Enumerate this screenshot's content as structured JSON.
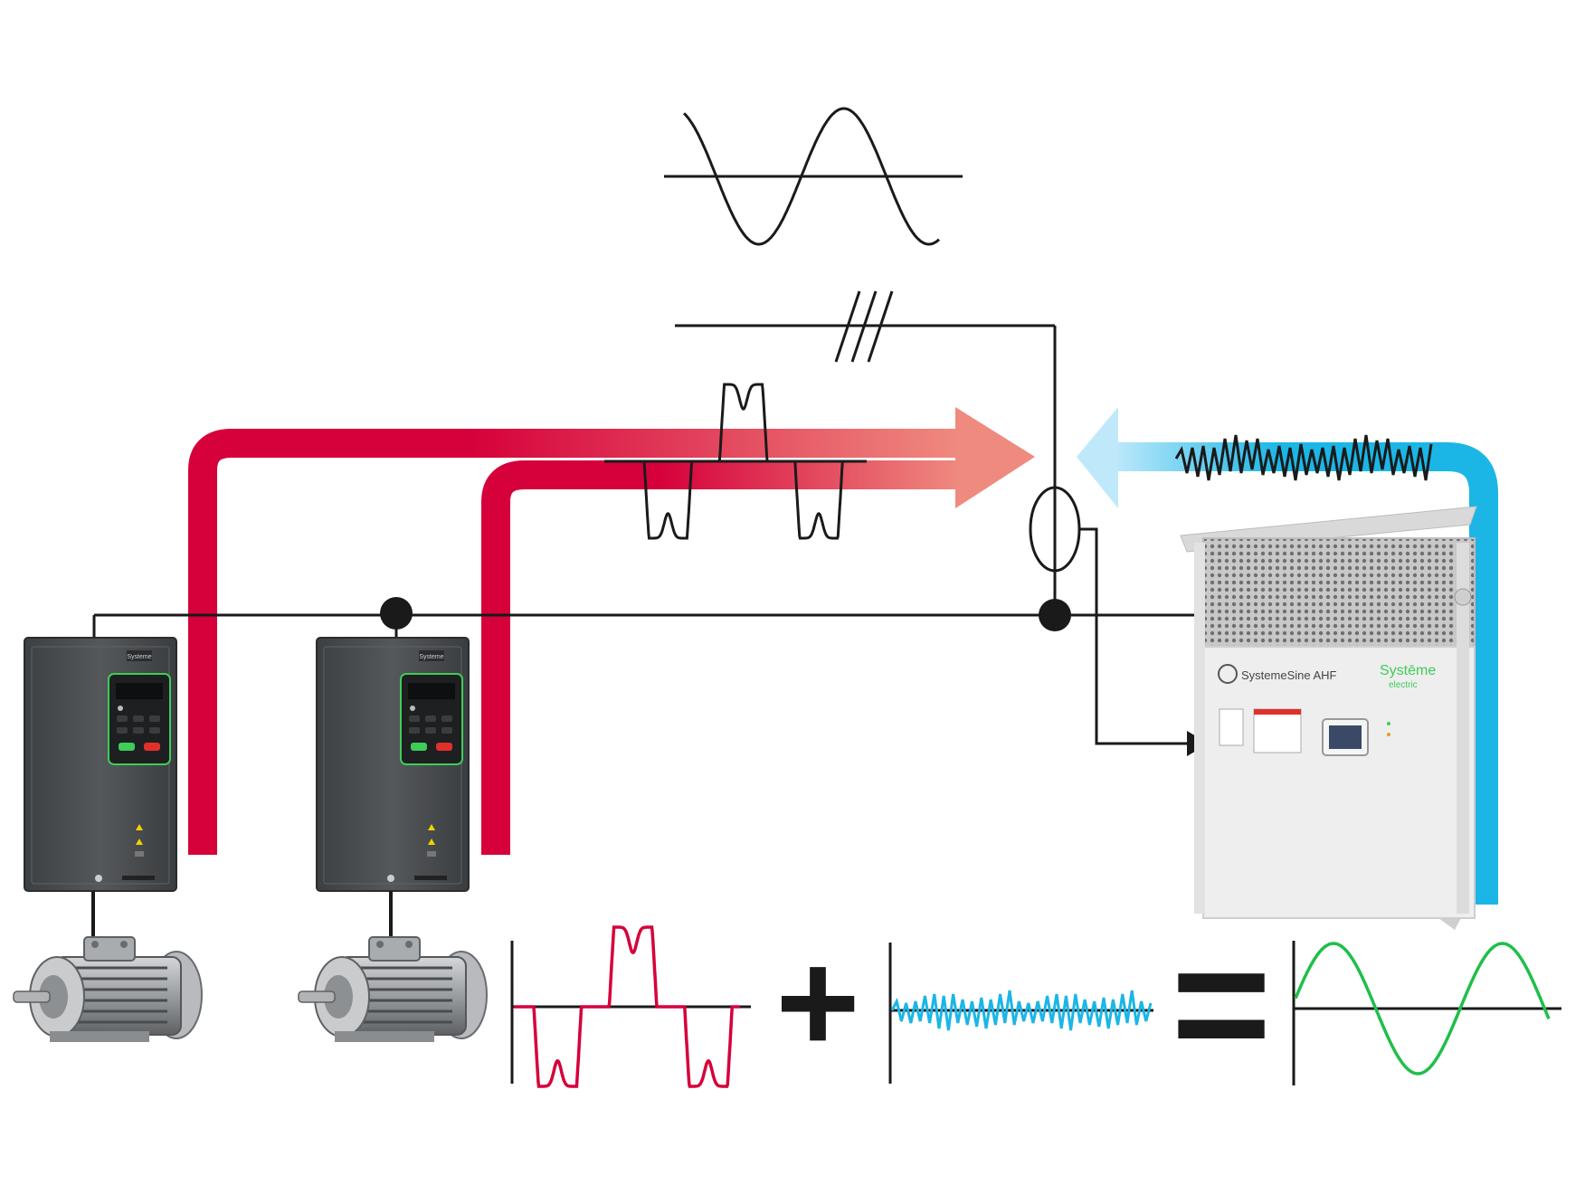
{
  "colors": {
    "harmonic_red": "#d6003b",
    "compensation_blue": "#1bb6e6",
    "clean_green": "#1fbf4a",
    "line_black": "#1a1a1a",
    "drive_body": "#4a4d50",
    "ahf_body": "#eeeeee",
    "brand_green": "#3dcd58"
  },
  "icons": {
    "drive": "variable-frequency-drive",
    "motor": "electric-motor",
    "filter": "active-harmonic-filter",
    "ct": "current-transformer",
    "three_phase": "three-phase-mark"
  },
  "drives": [
    {
      "brand": "Systeme",
      "logo": "Systeme"
    },
    {
      "brand": "Systeme",
      "logo": "Systeme"
    }
  ],
  "ahf": {
    "product_name": "SystemeSine AHF",
    "brand_line1": "Systēme",
    "brand_line2": "electric"
  },
  "equation": {
    "plus": "+",
    "equals": "="
  }
}
